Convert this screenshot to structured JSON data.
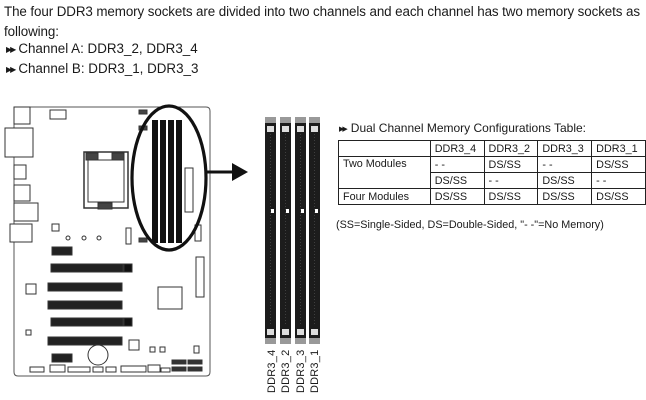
{
  "intro": {
    "text": "The four DDR3 memory sockets are divided into two channels and each channel has two memory sockets as following:",
    "channels": [
      {
        "label": "Channel A: DDR3_2, DDR3_4"
      },
      {
        "label": "Channel B: DDR3_1, DDR3_3"
      }
    ],
    "bullet_glyph": "▶▶"
  },
  "diagram": {
    "slot_labels": [
      "DDR3_4",
      "DDR3_2",
      "DDR3_3",
      "DDR3_1"
    ],
    "board_icon": "motherboard-icon",
    "arrow_icon": "arrow-right-icon"
  },
  "table": {
    "title": "Dual Channel Memory Configurations Table:",
    "headers": [
      "",
      "DDR3_4",
      "DDR3_2",
      "DDR3_3",
      "DDR3_1"
    ],
    "rows": [
      {
        "label": "Two Modules",
        "cells": [
          "- -",
          "DS/SS",
          "- -",
          "DS/SS"
        ]
      },
      {
        "label": "",
        "cells": [
          "DS/SS",
          "- -",
          "DS/SS",
          "- -"
        ]
      },
      {
        "label": "Four Modules",
        "cells": [
          "DS/SS",
          "DS/SS",
          "DS/SS",
          "DS/SS"
        ]
      }
    ],
    "note": "(SS=Single-Sided, DS=Double-Sided, \"- -\"=No Memory)"
  }
}
